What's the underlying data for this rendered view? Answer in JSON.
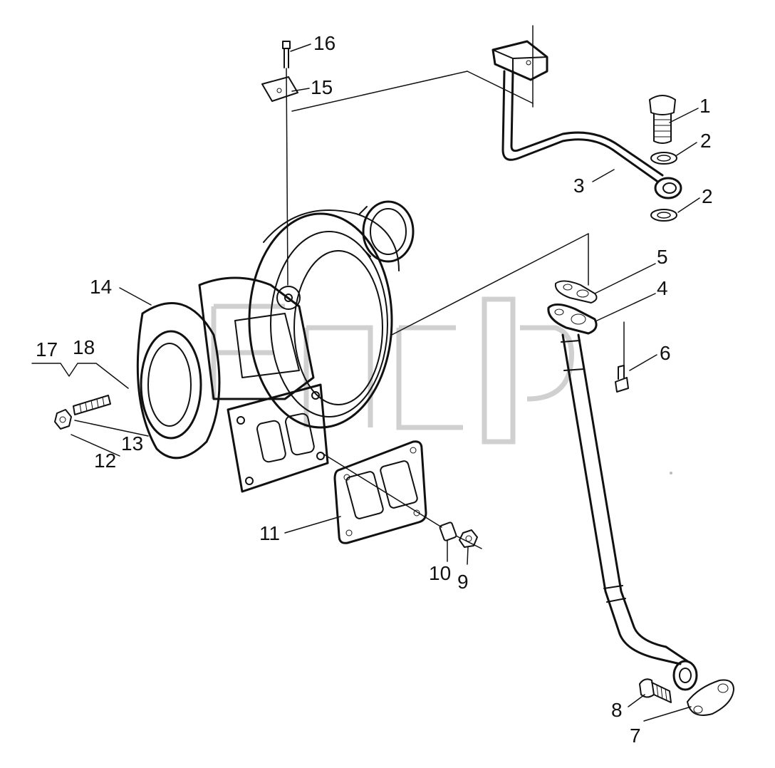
{
  "diagram": {
    "callouts": [
      {
        "id": "c1",
        "text": "1"
      },
      {
        "id": "c2a",
        "text": "2"
      },
      {
        "id": "c2b",
        "text": "2"
      },
      {
        "id": "c3",
        "text": "3"
      },
      {
        "id": "c4",
        "text": "4"
      },
      {
        "id": "c5",
        "text": "5"
      },
      {
        "id": "c6",
        "text": "6"
      },
      {
        "id": "c7",
        "text": "7"
      },
      {
        "id": "c8",
        "text": "8"
      },
      {
        "id": "c9",
        "text": "9"
      },
      {
        "id": "c10",
        "text": "10"
      },
      {
        "id": "c11",
        "text": "11"
      },
      {
        "id": "c12",
        "text": "12"
      },
      {
        "id": "c13",
        "text": "13"
      },
      {
        "id": "c14",
        "text": "14"
      },
      {
        "id": "c15",
        "text": "15"
      },
      {
        "id": "c16",
        "text": "16"
      },
      {
        "id": "c17",
        "text": "17"
      },
      {
        "id": "c18",
        "text": "18"
      }
    ],
    "colors": {
      "ink": "#111111",
      "watermark": "#d0d0d0",
      "background": "#ffffff"
    }
  }
}
